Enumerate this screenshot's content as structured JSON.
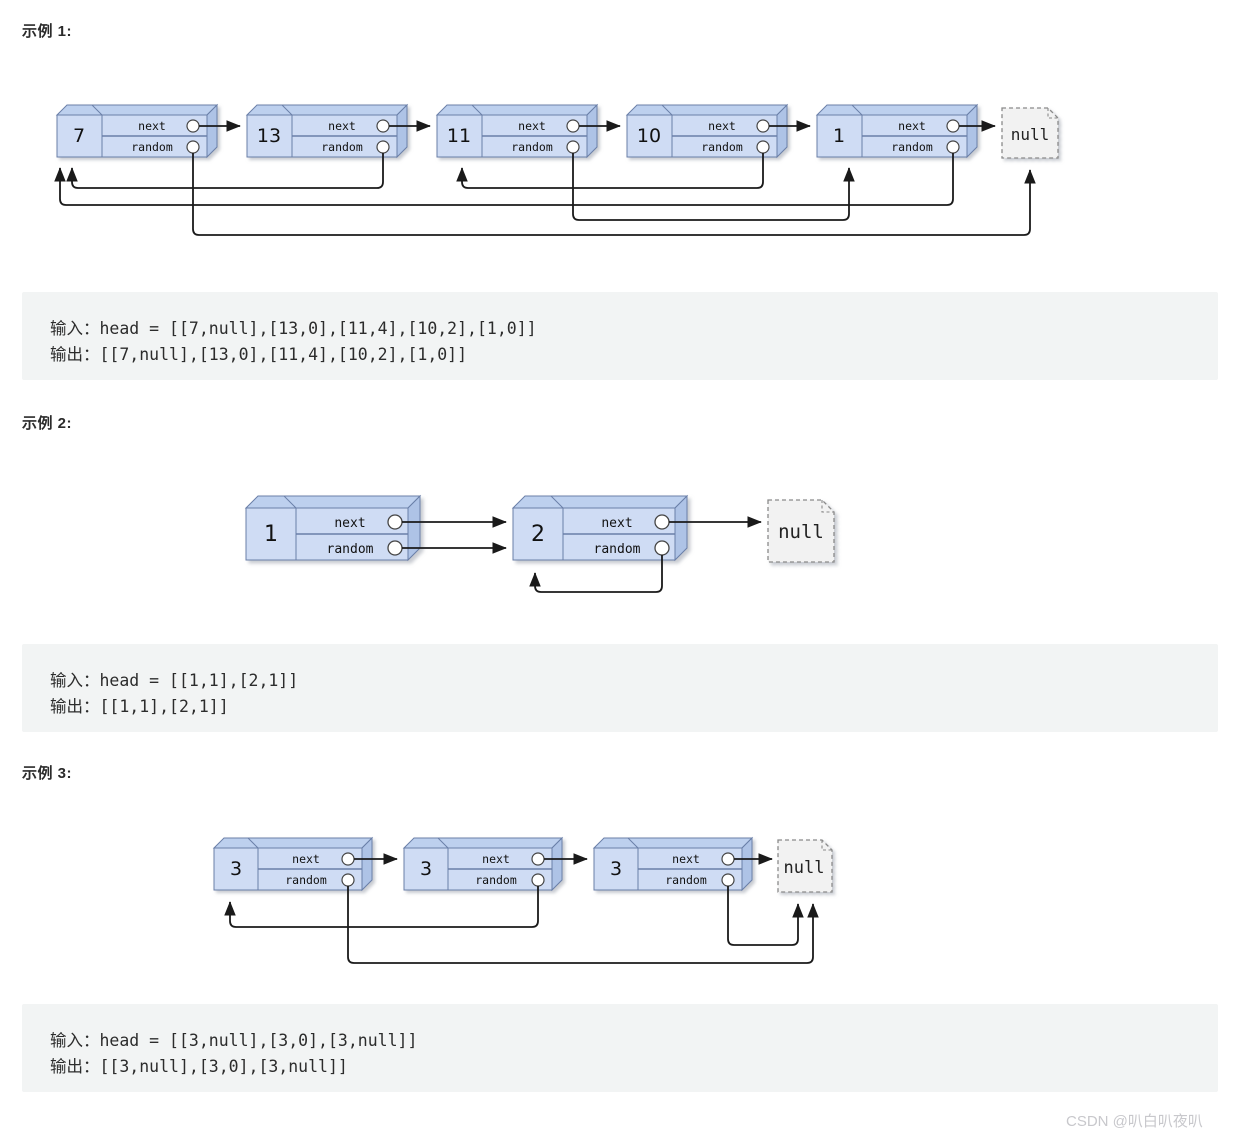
{
  "page": {
    "background": "#ffffff",
    "code_bg": "#f2f4f4",
    "node_fill": "#c5d6f0",
    "node_face": "#cfdcf4",
    "node_top": "#bdd0ee",
    "node_stroke": "#6a7fa8",
    "null_fill": "#f2f2f2",
    "null_stroke": "#8a8a8a",
    "arrow_color": "#1a1a1a"
  },
  "watermark": "CSDN @叭白叭夜叭",
  "sections": [
    {
      "header": "示例 1:",
      "diagram": {
        "nodes": [
          {
            "value": "7",
            "next_label": "next",
            "random_label": "random"
          },
          {
            "value": "13",
            "next_label": "next",
            "random_label": "random"
          },
          {
            "value": "11",
            "next_label": "next",
            "random_label": "random"
          },
          {
            "value": "10",
            "next_label": "next",
            "random_label": "random"
          },
          {
            "value": "1",
            "next_label": "next",
            "random_label": "random"
          }
        ],
        "terminator": "null",
        "random_targets": [
          "null",
          "7",
          "1",
          "11",
          "7"
        ]
      },
      "code": [
        "输入：head = [[7,null],[13,0],[11,4],[10,2],[1,0]]",
        "输出：[[7,null],[13,0],[11,4],[10,2],[1,0]]"
      ]
    },
    {
      "header": "示例 2:",
      "diagram": {
        "nodes": [
          {
            "value": "1",
            "next_label": "next",
            "random_label": "random"
          },
          {
            "value": "2",
            "next_label": "next",
            "random_label": "random"
          }
        ],
        "terminator": "null",
        "random_targets": [
          "2",
          "2"
        ]
      },
      "code": [
        "输入：head = [[1,1],[2,1]]",
        "输出：[[1,1],[2,1]]"
      ]
    },
    {
      "header": "示例 3:",
      "diagram": {
        "nodes": [
          {
            "value": "3",
            "next_label": "next",
            "random_label": "random"
          },
          {
            "value": "3",
            "next_label": "next",
            "random_label": "random"
          },
          {
            "value": "3",
            "next_label": "next",
            "random_label": "random"
          }
        ],
        "terminator": "null",
        "random_targets": [
          "null",
          "3(first)",
          "null"
        ]
      },
      "code": [
        "输入：head = [[3,null],[3,0],[3,null]]",
        "输出：[[3,null],[3,0],[3,null]]"
      ]
    }
  ]
}
